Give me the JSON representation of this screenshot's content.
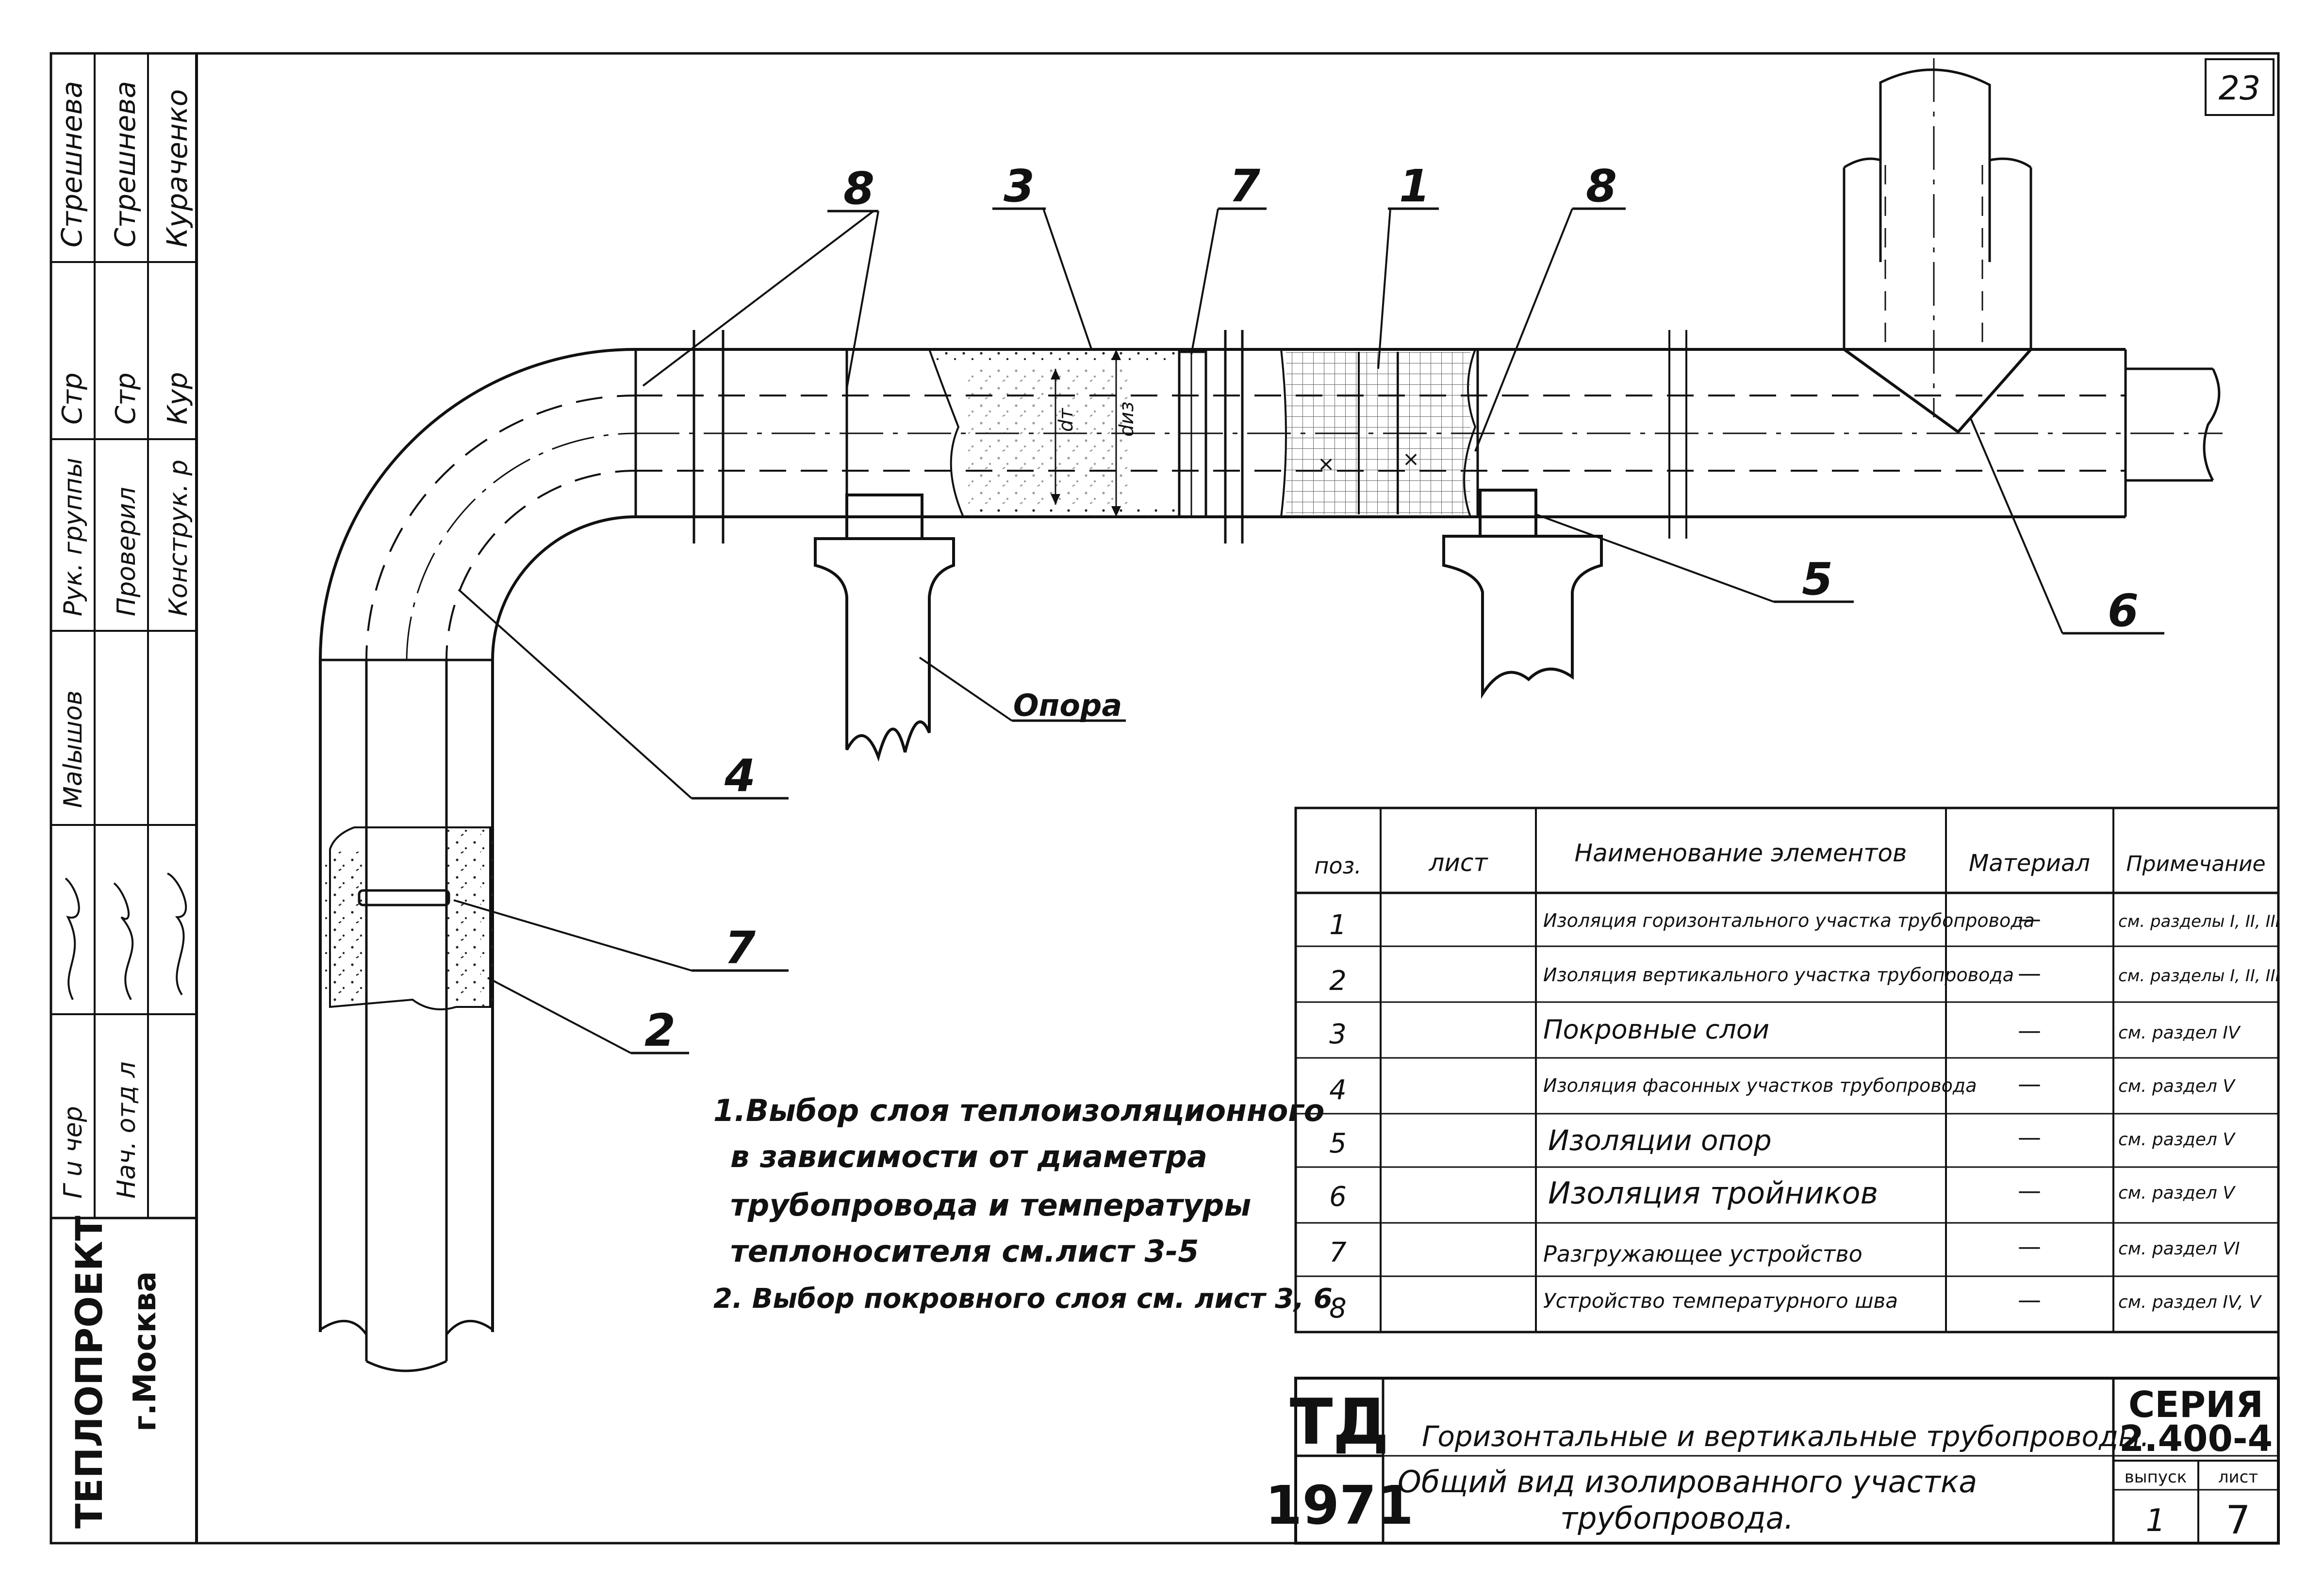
{
  "sheet_number": "23",
  "callouts": {
    "c8a": "8",
    "c3": "3",
    "c7a": "7",
    "c1": "1",
    "c8b": "8",
    "c5": "5",
    "c6": "6",
    "c4": "4",
    "c7b": "7",
    "c2": "2",
    "support": "Опора",
    "dia_inner": "dт",
    "dia_outer": "dиз"
  },
  "sidebar": {
    "org": "ТЕПЛОПРОЕКТ",
    "city": "г.Москва",
    "rows": [
      {
        "role": "Г u  чер",
        "name": "",
        "sig": ""
      },
      {
        "role": "Нач. отд л",
        "name": "",
        "sig": ""
      },
      {
        "role": "Мalышов",
        "name": "",
        "sig": ""
      },
      {
        "role": "Рук. группы",
        "name": "Стрешнева",
        "sig": "Стр"
      },
      {
        "role": "Проверил",
        "name": "Стрешнева",
        "sig": "Стр"
      },
      {
        "role": "Конструк. р",
        "name": "Кураченко",
        "sig": "Кур"
      }
    ]
  },
  "notes": [
    "1.Выбор слоя теплоизоляционного",
    "в зависимости от диаметра",
    "трубопровода и температуры",
    "теплоносителя см.лист 3-5",
    "2. Выбор покровного слоя см. лист 3, 6"
  ],
  "table": {
    "headers": [
      "поз.",
      "лист",
      "Наименование элементов",
      "Материал",
      "Примечание"
    ],
    "rows": [
      {
        "pos": "1",
        "sheet": "",
        "name": "Изоляция горизонтального участка трубопровода",
        "material": "—",
        "note": "см. разделы I, II, III"
      },
      {
        "pos": "2",
        "sheet": "",
        "name": "Изоляция вертикального участка трубопровода",
        "material": "—",
        "note": "см. разделы I, II, III"
      },
      {
        "pos": "3",
        "sheet": "",
        "name": "Покровные слои",
        "material": "—",
        "note": "см. раздел IV"
      },
      {
        "pos": "4",
        "sheet": "",
        "name": "Изоляция фасонных участков трубопровода",
        "material": "—",
        "note": "см. раздел V"
      },
      {
        "pos": "5",
        "sheet": "",
        "name": "Изоляции опор",
        "material": "—",
        "note": "см. раздел V"
      },
      {
        "pos": "6",
        "sheet": "",
        "name": "Изоляция тройников",
        "material": "—",
        "note": "см. раздел V"
      },
      {
        "pos": "7",
        "sheet": "",
        "name": "Разгружающее устройство",
        "material": "—",
        "note": "см. раздел VI"
      },
      {
        "pos": "8",
        "sheet": "",
        "name": "Устройство температурного шва",
        "material": "—",
        "note": "см. раздел IV, V"
      }
    ]
  },
  "title_block": {
    "code": "ТД",
    "year": "1971",
    "title_line1": "Горизонтальные и вертикальные трубопроводы.",
    "title_line2": "Общий вид изолированного участка",
    "title_line3": "трубопровода.",
    "series_label": "СЕРИЯ",
    "series_value": "2.400-4",
    "issue_label": "выпуск",
    "issue_value": "1",
    "sheet_label": "лист",
    "sheet_value": "7"
  }
}
